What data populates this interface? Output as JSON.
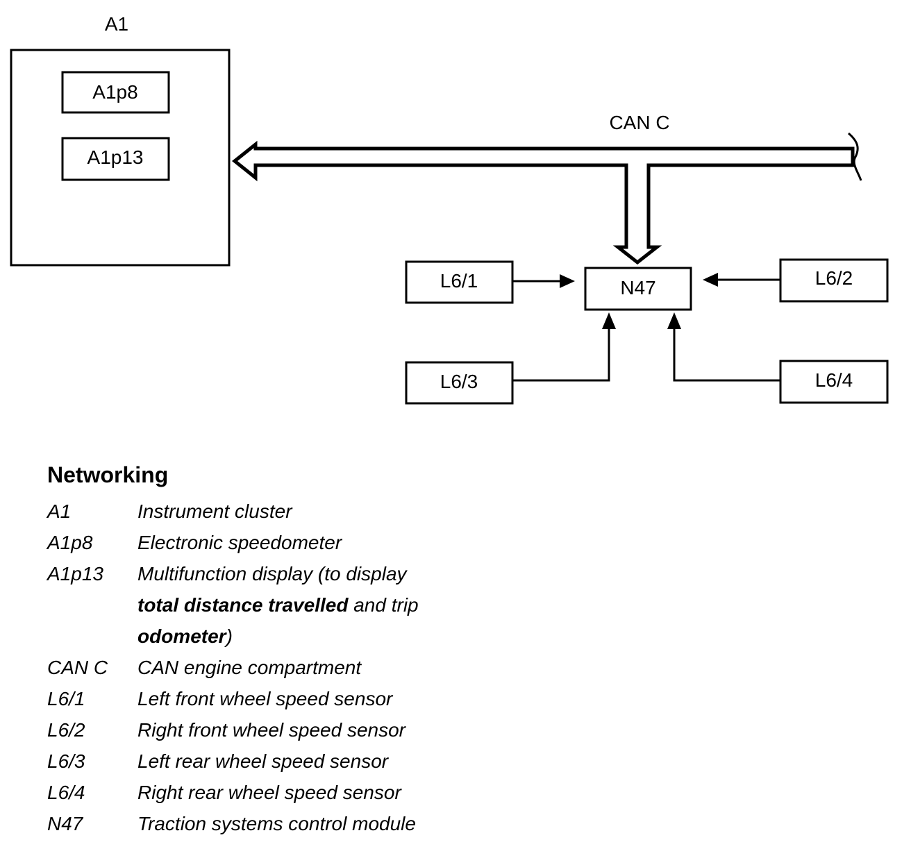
{
  "diagram": {
    "outer_box_label": "A1",
    "inner_box_1": "A1p8",
    "inner_box_2": "A1p13",
    "bus_label": "CAN C",
    "module": "N47",
    "sensor_1": "L6/1",
    "sensor_2": "L6/2",
    "sensor_3": "L6/3",
    "sensor_4": "L6/4"
  },
  "legend": {
    "title": "Networking",
    "rows": [
      {
        "code": "A1",
        "desc": "Instrument cluster"
      },
      {
        "code": "A1p8",
        "desc": "Electronic speedometer"
      },
      {
        "code": "A1p13",
        "desc_pre": "Multifunction display (to display",
        "desc_bold": "total distance travelled",
        "desc_mid": "and trip",
        "desc_bold2": "odometer",
        "desc_post": ")"
      },
      {
        "code": "CAN C",
        "desc": "CAN engine compartment"
      },
      {
        "code": "L6/1",
        "desc": "Left front wheel speed sensor"
      },
      {
        "code": "L6/2",
        "desc": "Right front wheel speed sensor"
      },
      {
        "code": "L6/3",
        "desc": "Left rear wheel speed sensor"
      },
      {
        "code": "L6/4",
        "desc": "Right rear wheel speed sensor"
      },
      {
        "code": "N47",
        "desc": "Traction systems control module"
      }
    ]
  }
}
